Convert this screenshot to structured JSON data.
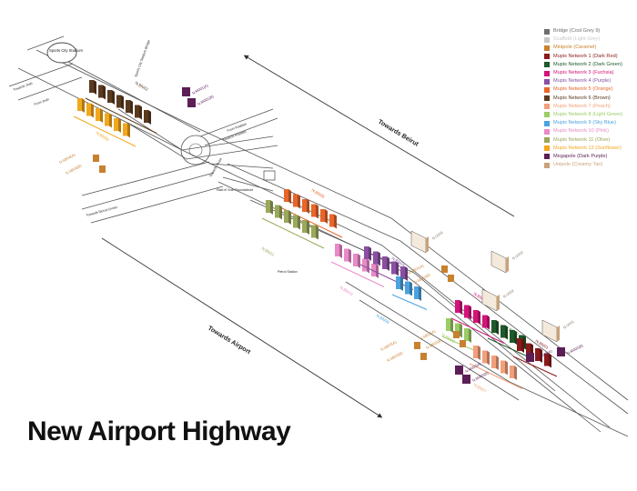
{
  "title": "New Airport Highway",
  "directions": {
    "beirut": "Towards Beirut",
    "airport": "Towards Airport"
  },
  "place_labels": {
    "stadium": "Sports City Stadium",
    "stadium_bridge": "Sports City Stadium Bridge",
    "roundabout": "Riad el Solh Roundabout",
    "petrol_station": "Petrol Station",
    "towards_beirut_center": "Towards Beirut Center",
    "towards_jnah": "Towards Jnah",
    "from_jnah": "From Jnah",
    "towards_khaldeh": "Towards Khaldeh",
    "from_khaldeh": "From Khaldeh",
    "towards_ouzai": "Towards Ouzai"
  },
  "legend": [
    {
      "label": "Bridge (Cool Grey 9)",
      "color": "#6d6e71"
    },
    {
      "label": "Scaffold (Light Grey)",
      "color": "#c8c8c8"
    },
    {
      "label": "Minipole (Caramel)",
      "color": "#c8812f"
    },
    {
      "label": "Mupis Network 1 (Dark Red)",
      "color": "#8b1a1a"
    },
    {
      "label": "Mupis Network 2 (Dark Green)",
      "color": "#1f5a2a"
    },
    {
      "label": "Mupis Network 3 (Fuchsia)",
      "color": "#d4147a"
    },
    {
      "label": "Mupis Network 4 (Purple)",
      "color": "#8a4fa3"
    },
    {
      "label": "Mupis Network 5 (Orange)",
      "color": "#e8662a"
    },
    {
      "label": "Mupis Network 6 (Brown)",
      "color": "#5a3a1f"
    },
    {
      "label": "Mupis Network 7 (Peach)",
      "color": "#f2a07b"
    },
    {
      "label": "Mupis Network 8 (Light Green)",
      "color": "#9ccc65"
    },
    {
      "label": "Mupis Network 9 (Sky Blue)",
      "color": "#4aa3df"
    },
    {
      "label": "Mupis Network 10 (Pink)",
      "color": "#e98ac8"
    },
    {
      "label": "Mupis Network 11 (Olive)",
      "color": "#9aa85a"
    },
    {
      "label": "Mupis Network 12 (Sunflower)",
      "color": "#f2a81d"
    },
    {
      "label": "Megapole (Dark Purple)",
      "color": "#5b1e55"
    },
    {
      "label": "Unipole (Creamy Tan)",
      "color": "#c9a27a"
    }
  ],
  "networks": [
    {
      "code": "N.BN02",
      "color": "#5a3a1f"
    },
    {
      "code": "N.BN06",
      "color": "#f2a81d"
    },
    {
      "code": "N.BN05",
      "color": "#e8662a"
    },
    {
      "code": "N.BN11",
      "color": "#9aa85a"
    },
    {
      "code": "N.BN10",
      "color": "#e98ac8"
    },
    {
      "code": "N.BN04",
      "color": "#8a4fa3"
    },
    {
      "code": "N.BN09",
      "color": "#4aa3df"
    },
    {
      "code": "N.BN03",
      "color": "#d4147a"
    },
    {
      "code": "N.BN08",
      "color": "#9ccc65"
    },
    {
      "code": "N.BN02",
      "color": "#1f5a2a"
    },
    {
      "code": "N.BN07",
      "color": "#f2a07b"
    },
    {
      "code": "N.BN01",
      "color": "#8b1a1a"
    }
  ],
  "unipoles": [
    "N.U001",
    "N.U002",
    "N.U003",
    "N.U004"
  ],
  "minipoles": [
    "N.SB03(A)",
    "N.SB03(B)",
    "N.SB02(A)",
    "N.SB02(B)",
    "N.SB01(A)",
    "N.SB01(B)",
    "N.SB04(A)",
    "N.SB04(B)"
  ],
  "megapoles": [
    "N.M001(A)",
    "N.M001(B)",
    "N.M002(A)",
    "N.M002(B)",
    "N.M003(A)",
    "N.M003(B)"
  ]
}
